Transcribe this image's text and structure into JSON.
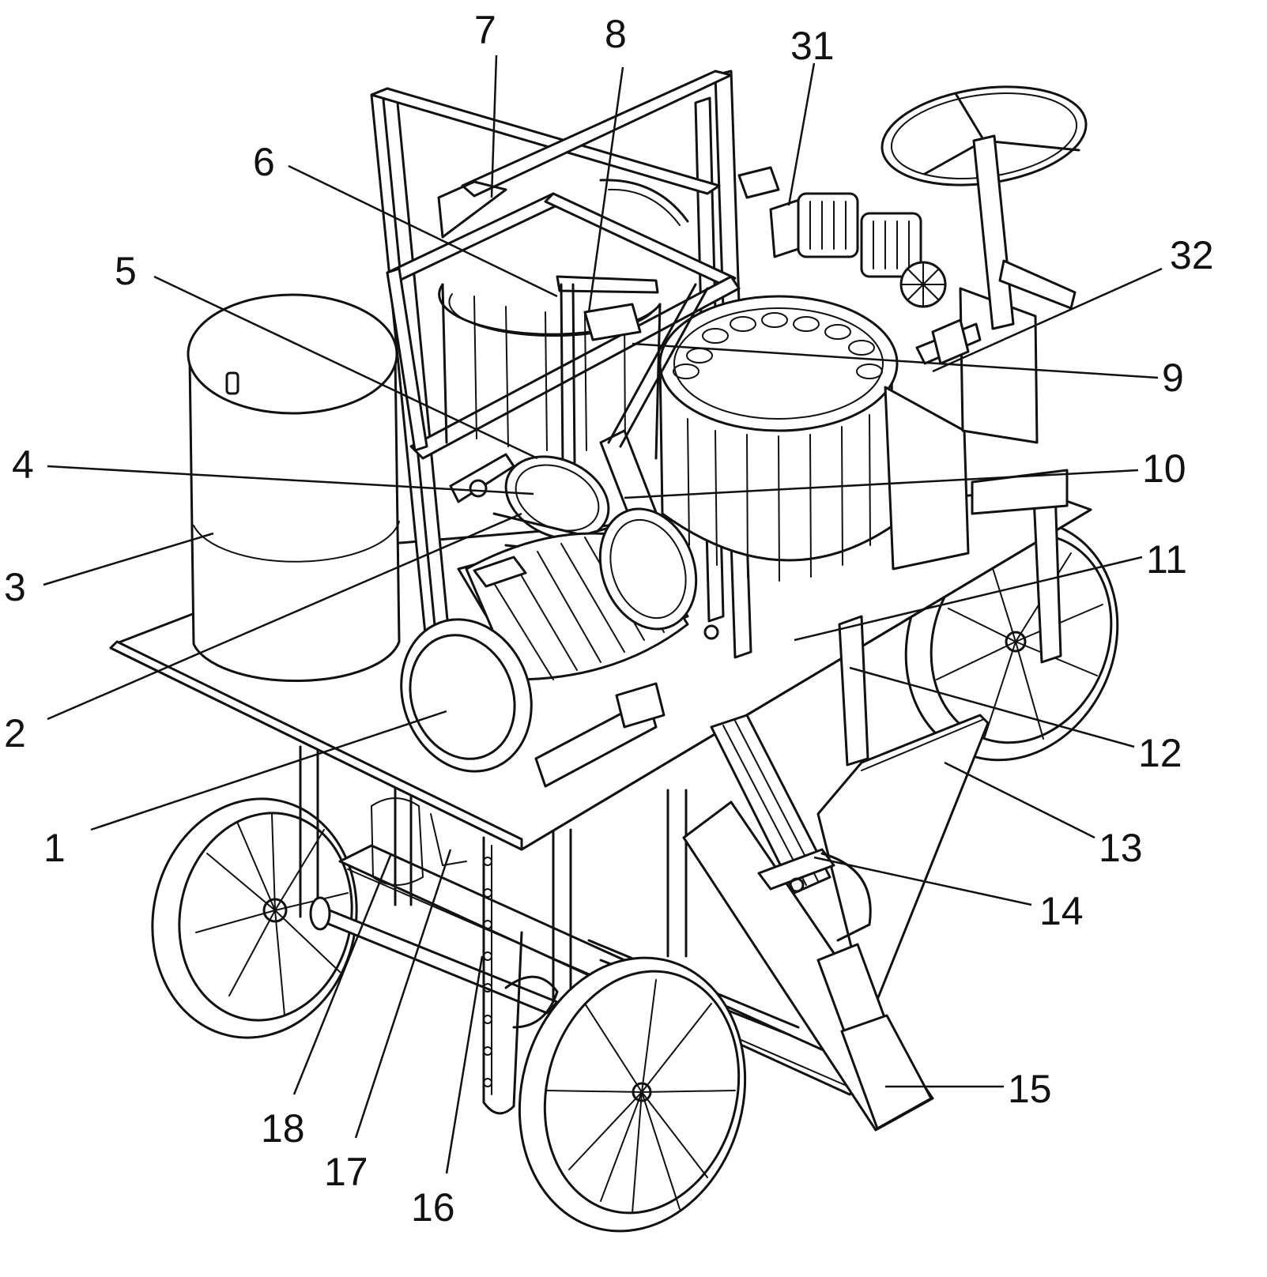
{
  "figure": {
    "labels": [
      {
        "id": "1",
        "text": "1",
        "part": "motor"
      },
      {
        "id": "2",
        "text": "2",
        "part": "drive-belt"
      },
      {
        "id": "3",
        "text": "3",
        "part": "tank"
      },
      {
        "id": "4",
        "text": "4",
        "part": "pulley"
      },
      {
        "id": "5",
        "text": "5",
        "part": "linkage-rod"
      },
      {
        "id": "6",
        "text": "6",
        "part": "upper-frame"
      },
      {
        "id": "7",
        "text": "7",
        "part": "left-gear"
      },
      {
        "id": "8",
        "text": "8",
        "part": "crank"
      },
      {
        "id": "9",
        "text": "9",
        "part": "ring-gear"
      },
      {
        "id": "10",
        "text": "10",
        "part": "transmission-shaft"
      },
      {
        "id": "11",
        "text": "11",
        "part": "base-plate"
      },
      {
        "id": "12",
        "text": "12",
        "part": "support-leg"
      },
      {
        "id": "13",
        "text": "13",
        "part": "chute"
      },
      {
        "id": "14",
        "text": "14",
        "part": "cylinder"
      },
      {
        "id": "15",
        "text": "15",
        "part": "furrow-opener"
      },
      {
        "id": "16",
        "text": "16",
        "part": "chain"
      },
      {
        "id": "17",
        "text": "17",
        "part": "sprocket"
      },
      {
        "id": "18",
        "text": "18",
        "part": "rear-axle"
      },
      {
        "id": "31",
        "text": "31",
        "part": "compressor"
      },
      {
        "id": "32",
        "text": "32",
        "part": "bracket"
      }
    ]
  }
}
